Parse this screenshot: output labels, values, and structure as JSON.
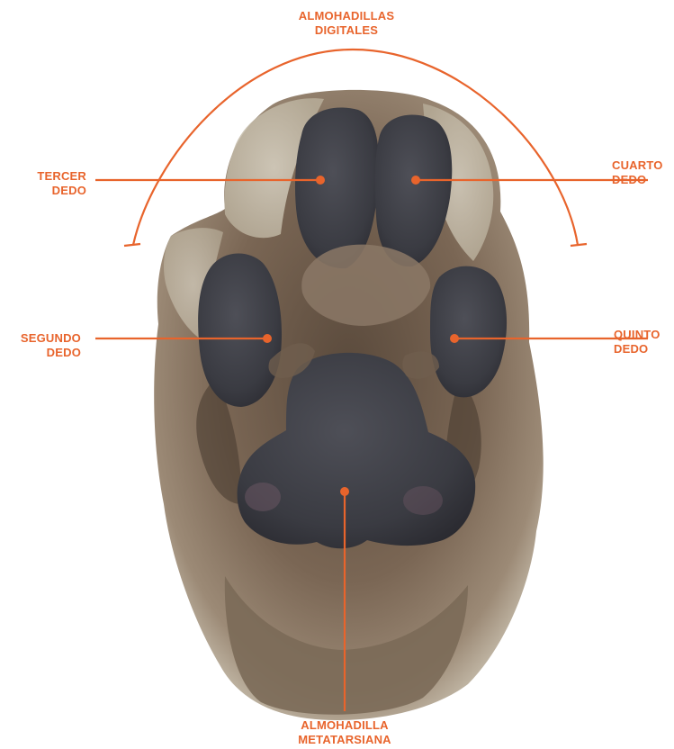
{
  "accent_color": "#e8642c",
  "labels": {
    "digital_pads": [
      "ALMOHADILLAS",
      "DIGITALES"
    ],
    "third_toe": [
      "TERCER",
      "DEDO"
    ],
    "fourth_toe": [
      "CUARTO",
      "DEDO"
    ],
    "second_toe": [
      "SEGUNDO",
      "DEDO"
    ],
    "fifth_toe": [
      "QUINTO",
      "DEDO"
    ],
    "metatarsal_pad": [
      "ALMOHADILLA",
      "METATARSIANA"
    ]
  },
  "illustration": {
    "subject": "paw-pad-photo"
  }
}
